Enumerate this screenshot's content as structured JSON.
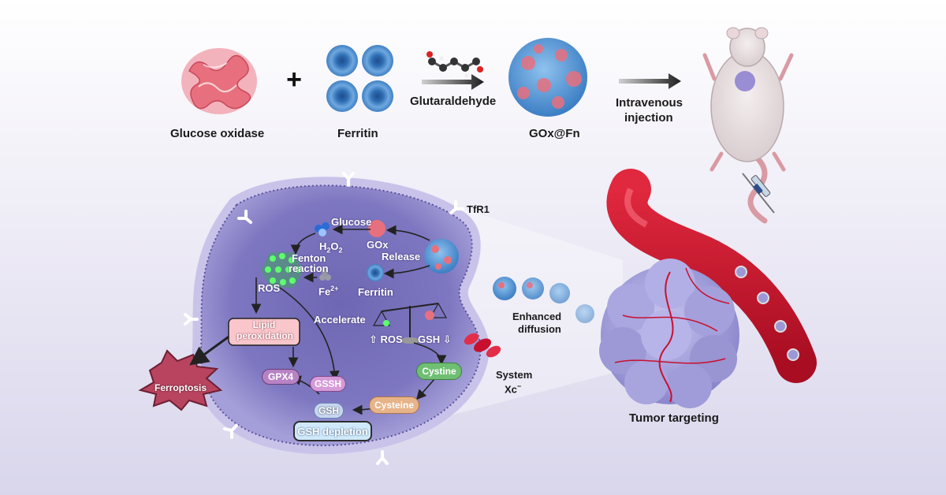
{
  "top": {
    "glucose_oxidase": "Glucose oxidase",
    "plus": "+",
    "ferritin": "Ferritin",
    "glutaraldehyde": "Glutaraldehyde",
    "goxfn": "GOx@Fn",
    "iv_line1": "Intravenous",
    "iv_line2": "injection"
  },
  "cell": {
    "tfr1": "TfR1",
    "glucose": "Glucose",
    "h2o2": "H",
    "h2o2_sub1": "2",
    "h2o2_o": "O",
    "h2o2_sub2": "2",
    "gox": "GOx",
    "release": "Release",
    "fenton1": "Fenton",
    "fenton2": "reaction",
    "ros": "ROS",
    "fe": "Fe",
    "fe_sup": "2+",
    "ferritin": "Ferritin",
    "accelerate": "Accelerate",
    "lipid1": "Lipid",
    "lipid2": "peroxidation",
    "balance_ros": "ROS",
    "balance_gsh": "GSH",
    "enhanced1": "Enhanced",
    "enhanced2": "diffusion",
    "cystine": "Cystine",
    "cysteine": "Cysteine",
    "gssh": "GSSH",
    "gsh": "GSH",
    "gpx4": "GPX4",
    "gsh_depletion": "GSH depletion",
    "ferroptosis": "Ferroptosis",
    "system1": "System",
    "system2": "Xc",
    "system_sup": "−"
  },
  "tumor": {
    "label": "Tumor targeting"
  },
  "colors": {
    "protein_pink": "#e8707e",
    "ferritin_blue": "#3f86c8",
    "cell_purple": "#8a82c8",
    "vessel_red": "#c8102e",
    "tumor_lavender": "#9c98d8",
    "ros_green": "#3fdc5a"
  }
}
